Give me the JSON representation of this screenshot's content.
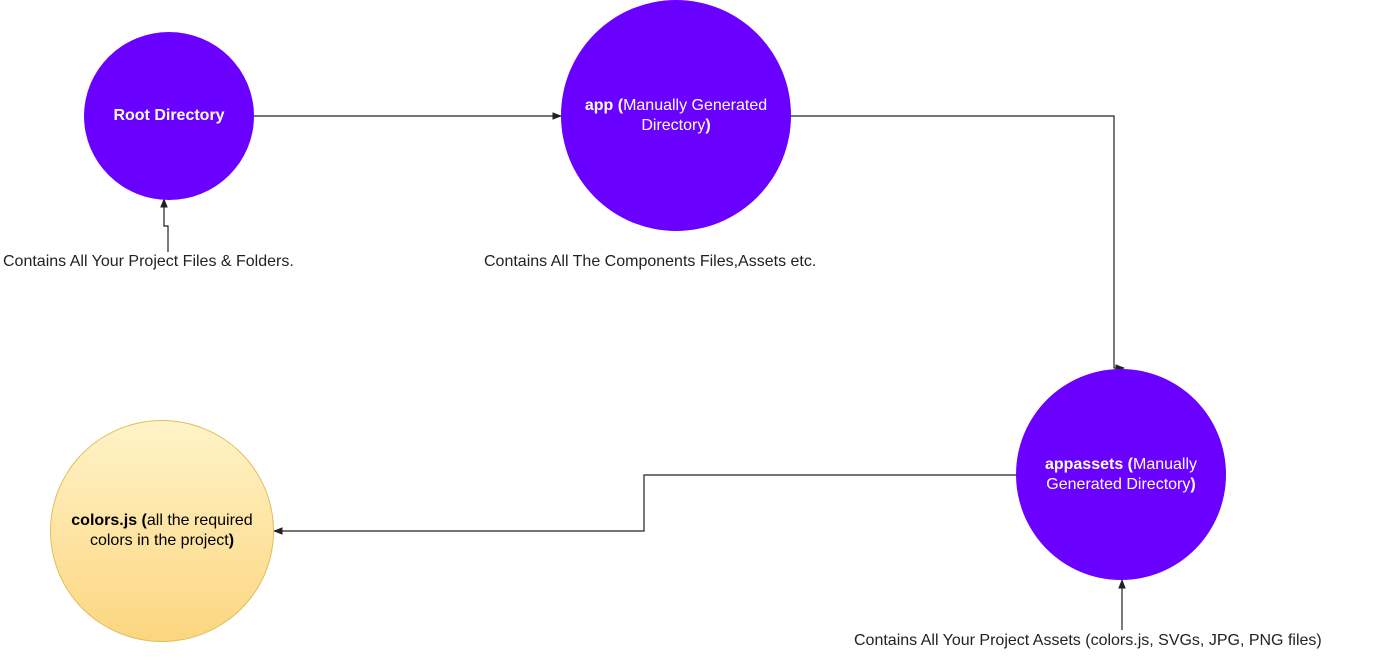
{
  "nodes": {
    "root": {
      "bold": "Root Directory",
      "rest": "",
      "close": ""
    },
    "app": {
      "bold": "app (",
      "rest": "Manually Generated Directory",
      "close": ")"
    },
    "appassets": {
      "bold": "appassets (",
      "rest": "Manually Generated Directory",
      "close": ")"
    },
    "colors": {
      "bold": "colors.js (",
      "rest": "all the required colors in the project",
      "close": ")"
    }
  },
  "captions": {
    "root": "Contains All Your Project Files & Folders.",
    "app": "Contains All The Components Files,Assets etc.",
    "appassets": "Contains All Your Project Assets (colors.js, SVGs, JPG, PNG files)"
  },
  "colors": {
    "node_fill": "#6a00ff",
    "leaf_fill": "#fcd680",
    "edge": "#222222"
  }
}
